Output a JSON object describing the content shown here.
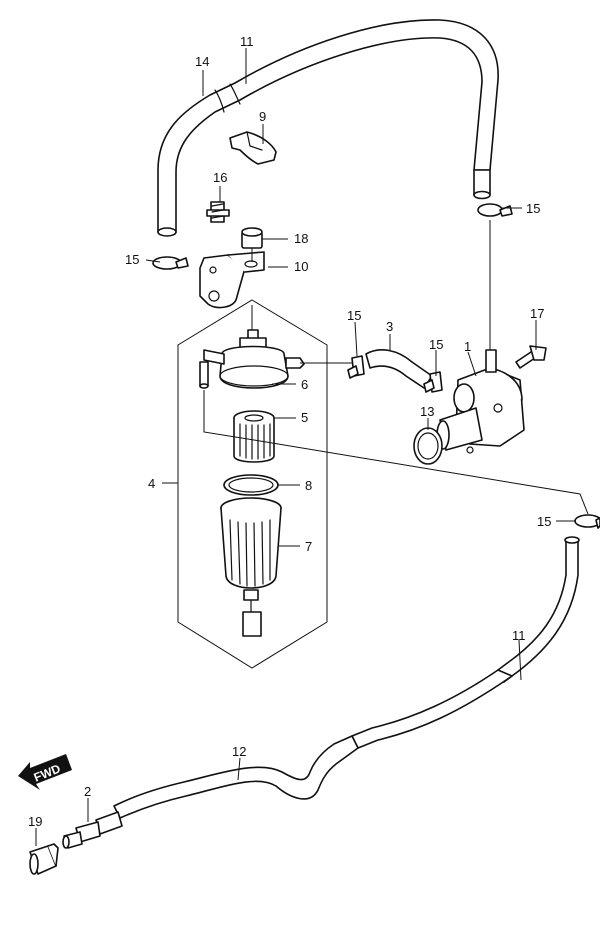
{
  "diagram": {
    "callouts": {
      "c1": "1",
      "c2": "2",
      "c3": "3",
      "c4": "4",
      "c5": "5",
      "c6": "6",
      "c7": "7",
      "c8": "8",
      "c9": "9",
      "c10": "10",
      "c11a": "11",
      "c11b": "11",
      "c12": "12",
      "c13": "13",
      "c14": "14",
      "c15a": "15",
      "c15b": "15",
      "c15c": "15",
      "c15d": "15",
      "c15e": "15",
      "c16": "16",
      "c17": "17",
      "c18": "18",
      "c19": "19"
    },
    "fwd_label": "FWD"
  }
}
